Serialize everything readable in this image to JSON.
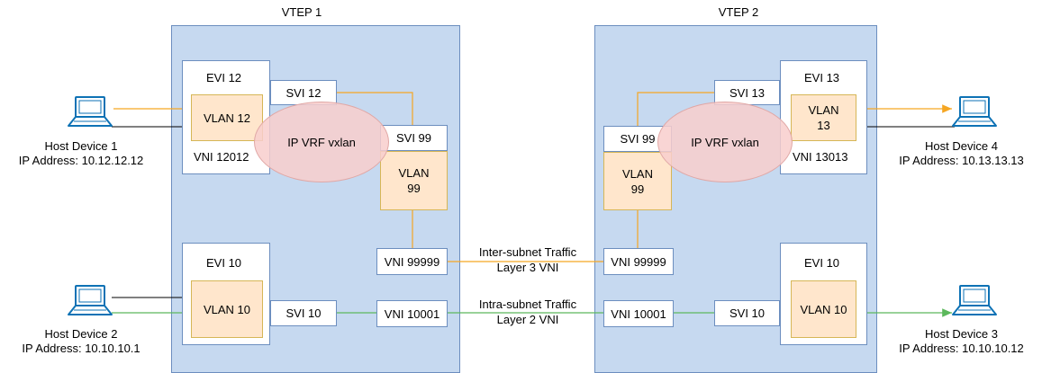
{
  "vtep1": {
    "title": "VTEP 1",
    "evi12": {
      "title": "EVI 12",
      "vlan": "VLAN 12",
      "vni": "VNI 12012"
    },
    "evi10": {
      "title": "EVI 10",
      "vlan": "VLAN 10"
    },
    "svi12": "SVI 12",
    "svi99": "SVI 99",
    "svi10": "SVI 10",
    "vlan99": "VLAN\n99",
    "vni99999": "VNI 99999",
    "vni10001": "VNI 10001",
    "vrf": "IP VRF vxlan"
  },
  "vtep2": {
    "title": "VTEP 2",
    "evi13": {
      "title": "EVI 13",
      "vlan": "VLAN\n13",
      "vni": "VNI 13013"
    },
    "evi10": {
      "title": "EVI 10",
      "vlan": "VLAN 10"
    },
    "svi13": "SVI 13",
    "svi99": "SVI 99",
    "svi10": "SVI 10",
    "vlan99": "VLAN\n99",
    "vni99999": "VNI 99999",
    "vni10001": "VNI 10001",
    "vrf": "IP VRF vxlan"
  },
  "links": {
    "inter": {
      "line1": "Inter-subnet Traffic",
      "line2": "Layer 3 VNI"
    },
    "intra": {
      "line1": "Intra-subnet Traffic",
      "line2": "Layer 2 VNI"
    }
  },
  "hosts": {
    "h1": {
      "name": "Host Device 1",
      "ip": "IP Address: 10.12.12.12"
    },
    "h2": {
      "name": "Host Device 2",
      "ip": "IP Address: 10.10.10.1"
    },
    "h3": {
      "name": "Host Device 3",
      "ip": "IP Address: 10.10.10.12"
    },
    "h4": {
      "name": "Host Device 4",
      "ip": "IP Address: 10.13.13.13"
    }
  },
  "colors": {
    "orange_link": "#f5a623",
    "green_link": "#5cb85c",
    "black_link": "#000000",
    "vtep_fill": "#c6d9f0",
    "vlan_fill": "#ffe6cc",
    "vrf_fill": "#f8cecc"
  },
  "icons": [
    "laptop-icon"
  ]
}
